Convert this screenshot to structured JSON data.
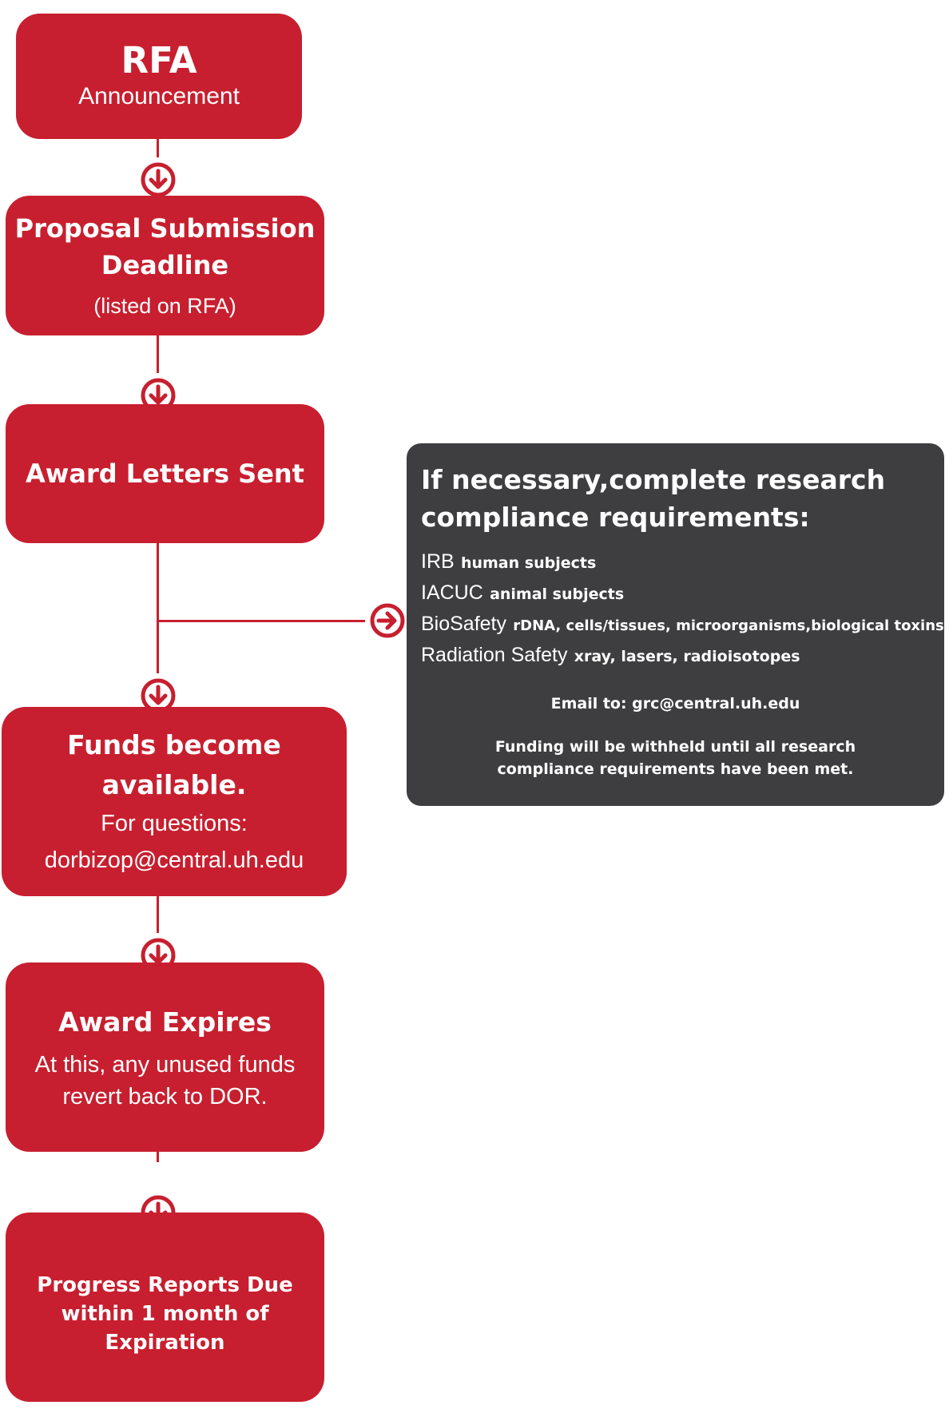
{
  "colors": {
    "accent_red": "#c71f2f",
    "panel_dark": "#3e3e40",
    "text": "#ffffff"
  },
  "steps": {
    "rfa": {
      "title": "RFA",
      "subtitle": "Announcement"
    },
    "proposal": {
      "title_line1": "Proposal Submission",
      "title_line2": "Deadline",
      "note": "(listed on RFA)"
    },
    "award_letters": {
      "title": "Award Letters Sent"
    },
    "funds": {
      "title": "Funds become available.",
      "line1": "For questions:",
      "line2": "dorbizop@central.uh.edu"
    },
    "expires": {
      "title": "Award Expires",
      "line1": "At this, any unused funds",
      "line2": "revert back to DOR."
    },
    "progress": {
      "line1": "Progress Reports Due",
      "line2": "within 1 month of Expiration"
    }
  },
  "compliance": {
    "title_line1": "If necessary,complete research",
    "title_line2": "compliance requirements:",
    "items": [
      {
        "name": "IRB",
        "detail": "human subjects"
      },
      {
        "name": "IACUC",
        "detail": "animal subjects"
      },
      {
        "name": "BioSafety",
        "detail": "rDNA, cells/tissues, microorganisms,biological toxins"
      },
      {
        "name": "Radiation Safety",
        "detail": "xray, lasers, radioisotopes"
      }
    ],
    "email": "Email to: grc@central.uh.edu",
    "note_line1": "Funding will be withheld until all research",
    "note_line2": "compliance requirements have been met."
  }
}
